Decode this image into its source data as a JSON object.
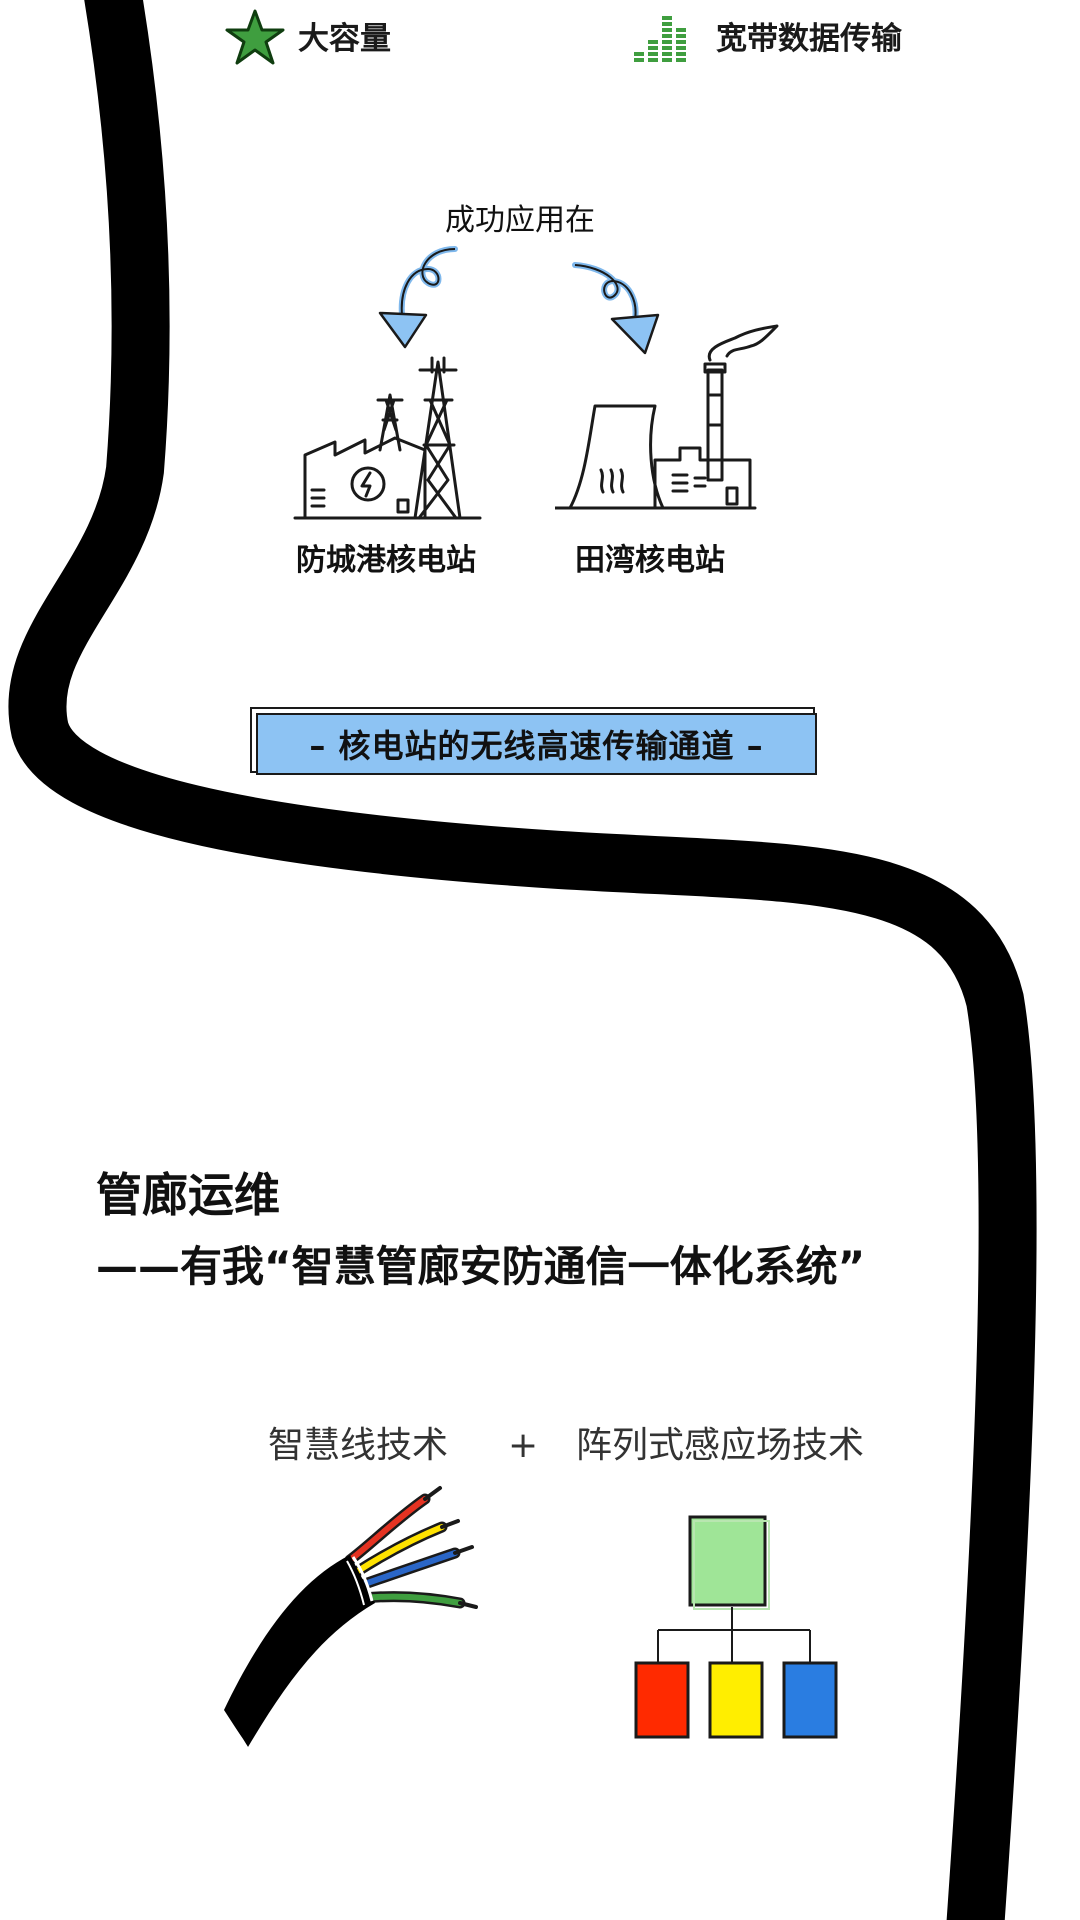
{
  "features": [
    {
      "icon": "star-icon",
      "label": "大容量"
    },
    {
      "icon": "signal-bars-icon",
      "label": "宽带数据传输"
    }
  ],
  "applied_label": "成功应用在",
  "stations": [
    {
      "icon": "power-plant-tower-icon",
      "name": "防城港核电站"
    },
    {
      "icon": "nuclear-cooling-tower-icon",
      "name": "田湾核电站"
    }
  ],
  "banner_text": "– 核电站的无线高速传输通道 –",
  "section_title": "管廊运维",
  "section_subtitle": "——有我“智慧管廊安防通信一体化系统”",
  "tech": {
    "left": "智慧线技术",
    "plus": "+",
    "right": "阵列式感应场技术"
  },
  "colors": {
    "green": "#3f9e3f",
    "blue": "#8dc3f3",
    "red": "#ff2a00",
    "yellow": "#ffee00",
    "array_blue": "#2a7de1",
    "light_green": "#9fe597"
  }
}
